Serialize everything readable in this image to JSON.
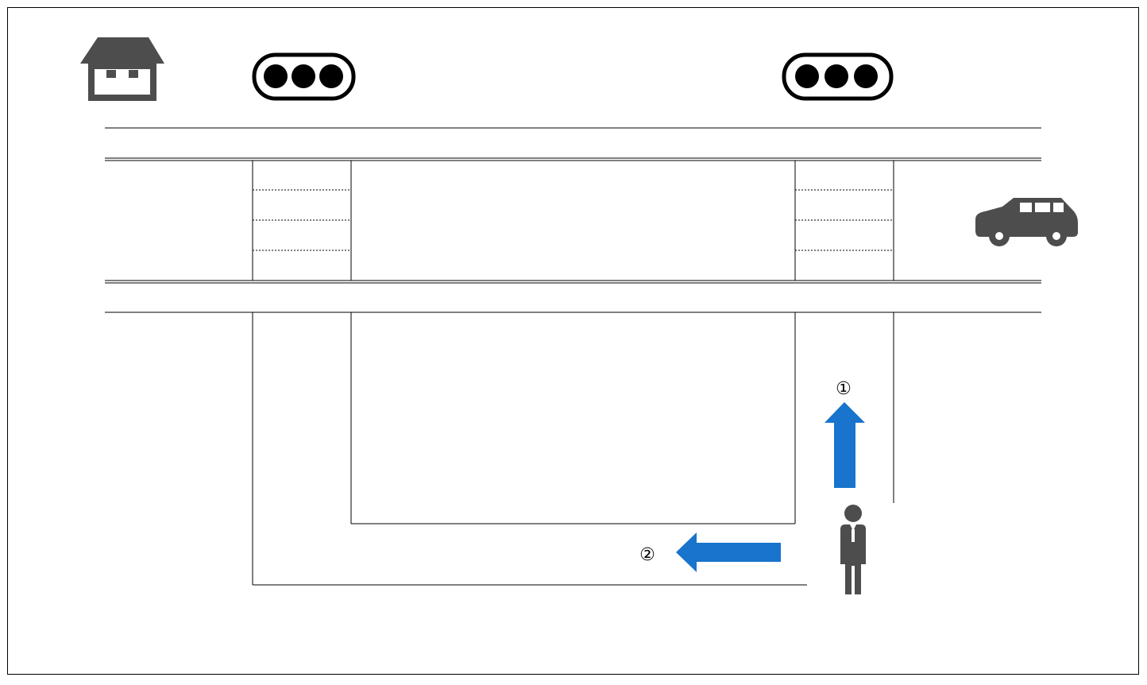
{
  "colors": {
    "icon_gray": "#4d4d4d",
    "arrow_blue": "#1874cd",
    "line": "#000000",
    "background": "#ffffff"
  },
  "icons": {
    "house": "house-icon",
    "traffic_light_left": "traffic-light-icon",
    "traffic_light_right": "traffic-light-icon",
    "car": "car-icon",
    "person": "person-icon"
  },
  "arrows": [
    {
      "label": "①",
      "direction": "up"
    },
    {
      "label": "②",
      "direction": "left"
    }
  ]
}
